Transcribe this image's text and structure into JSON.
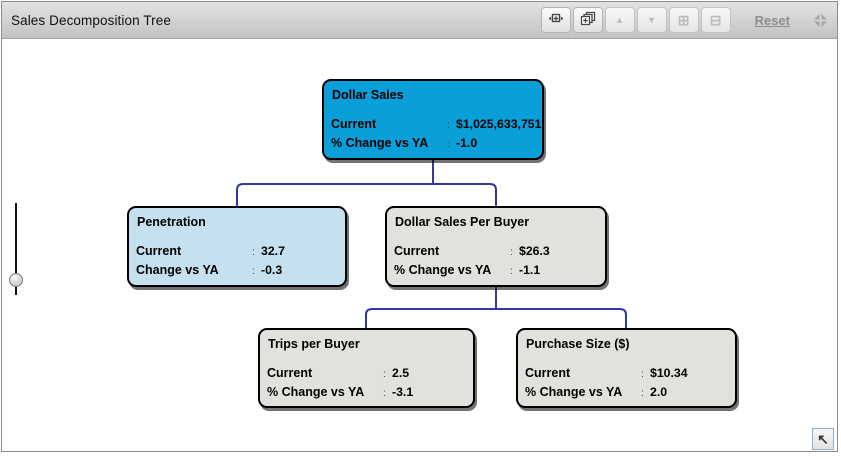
{
  "header": {
    "title": "Sales Decomposition Tree",
    "toolbar": {
      "reset_label": "Reset",
      "icons": {
        "expand_width": "boxed-plus-with-side-arrows",
        "cascade": "stacked-windows",
        "scroll_up": "▲",
        "scroll_down": "▼",
        "zoom_in": "⊞",
        "zoom_out": "⊟",
        "collapse": "four-corner-arrows"
      }
    }
  },
  "tree": {
    "separator": ":",
    "nodes": [
      {
        "title": "Dollar Sales",
        "fill": "#0A9FD9",
        "rows": [
          {
            "label": "Current",
            "value": "$1,025,633,751"
          },
          {
            "label": "% Change vs YA",
            "value": "-1.0"
          }
        ]
      },
      {
        "title": "Penetration",
        "fill": "#C5E0EE",
        "rows": [
          {
            "label": "Current",
            "value": "32.7"
          },
          {
            "label": "Change vs YA",
            "value": "-0.3"
          }
        ]
      },
      {
        "title": "Dollar Sales Per Buyer",
        "fill": "#E1E1DD",
        "rows": [
          {
            "label": "Current",
            "value": "$26.3"
          },
          {
            "label": "% Change vs YA",
            "value": "-1.1"
          }
        ]
      },
      {
        "title": "Trips per Buyer",
        "fill": "#E1E1DD",
        "rows": [
          {
            "label": "Current",
            "value": "2.5"
          },
          {
            "label": "% Change vs YA",
            "value": "-3.1"
          }
        ]
      },
      {
        "title": "Purchase Size ($)",
        "fill": "#E1E1DD",
        "rows": [
          {
            "label": "Current",
            "value": "$10.34"
          },
          {
            "label": "% Change vs YA",
            "value": "2.0"
          }
        ]
      }
    ]
  },
  "pan_button": {
    "icon": "↖"
  },
  "colors": {
    "selected_node_fill": "#0A9FD9",
    "highlight_node_fill": "#C5E0EE",
    "default_node_fill": "#E1E1DD",
    "connector": "#3737A3"
  }
}
